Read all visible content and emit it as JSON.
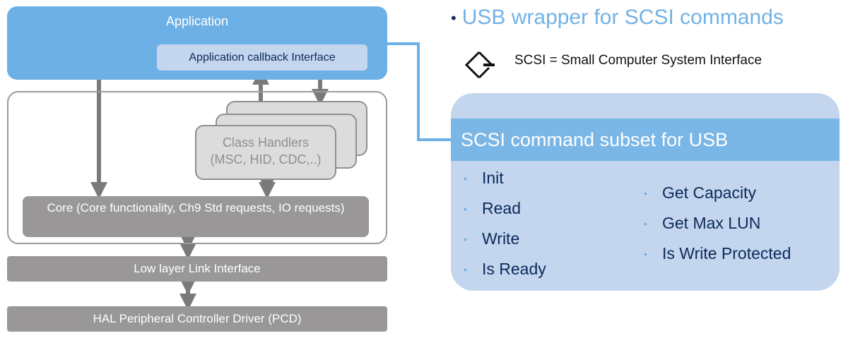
{
  "diagram": {
    "application": {
      "title": "Application",
      "callback_interface": "Application callback Interface"
    },
    "class_handlers": {
      "line1": "Class Handlers",
      "line2": "(MSC, HID, CDC,..)"
    },
    "core": {
      "label": "Core (Core functionality, Ch9 Std requests, IO requests)"
    },
    "low_layer": "Low layer Link Interface",
    "hal": "HAL Peripheral Controller Driver (PCD)"
  },
  "right": {
    "heading_bullet": "•",
    "heading": "USB wrapper for SCSI commands",
    "definition": "SCSI = Small Computer System Interface",
    "panel": {
      "title": "SCSI command subset for USB",
      "bullet": "•",
      "col1": [
        "Init",
        "Read",
        "Write",
        "Is Ready"
      ],
      "col2": [
        "Get Capacity",
        "Get Max LUN",
        "Is Write Protected"
      ]
    }
  },
  "colors": {
    "app_blue": "#6cb0e5",
    "callback_bg": "#c3d6ee",
    "block_gray": "#999798",
    "handler_gray": "#dcdcdc",
    "text_navy": "#0e2a5a"
  }
}
